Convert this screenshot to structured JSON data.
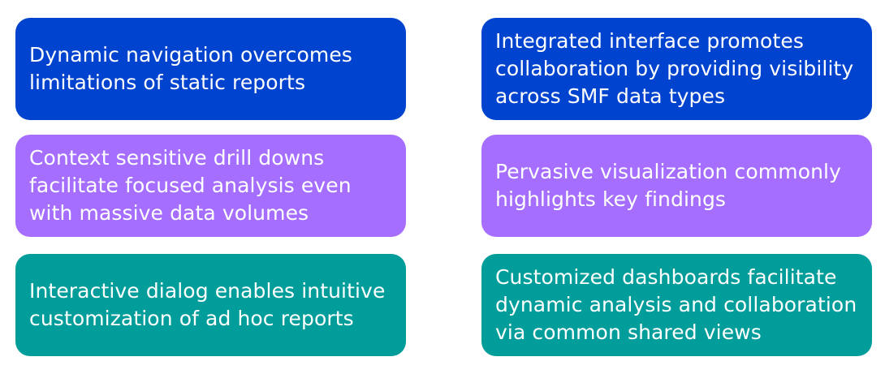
{
  "colors": {
    "blue": "#0043ce",
    "purple": "#a56eff",
    "teal": "#009d9a",
    "text": "#ffffff"
  },
  "left_column": [
    {
      "text": "Dynamic navigation overcomes limitations of static reports"
    },
    {
      "text": "Context sensitive drill downs facilitate focused analysis even with massive data volumes"
    },
    {
      "text": "Interactive dialog enables intuitive customization of ad hoc reports"
    }
  ],
  "right_column": [
    {
      "text": "Integrated interface promotes collaboration by providing visibility across SMF data types"
    },
    {
      "text": "Pervasive visualization commonly highlights key findings"
    },
    {
      "text": "Customized dashboards facilitate dynamic analysis and collaboration via common shared views"
    }
  ]
}
